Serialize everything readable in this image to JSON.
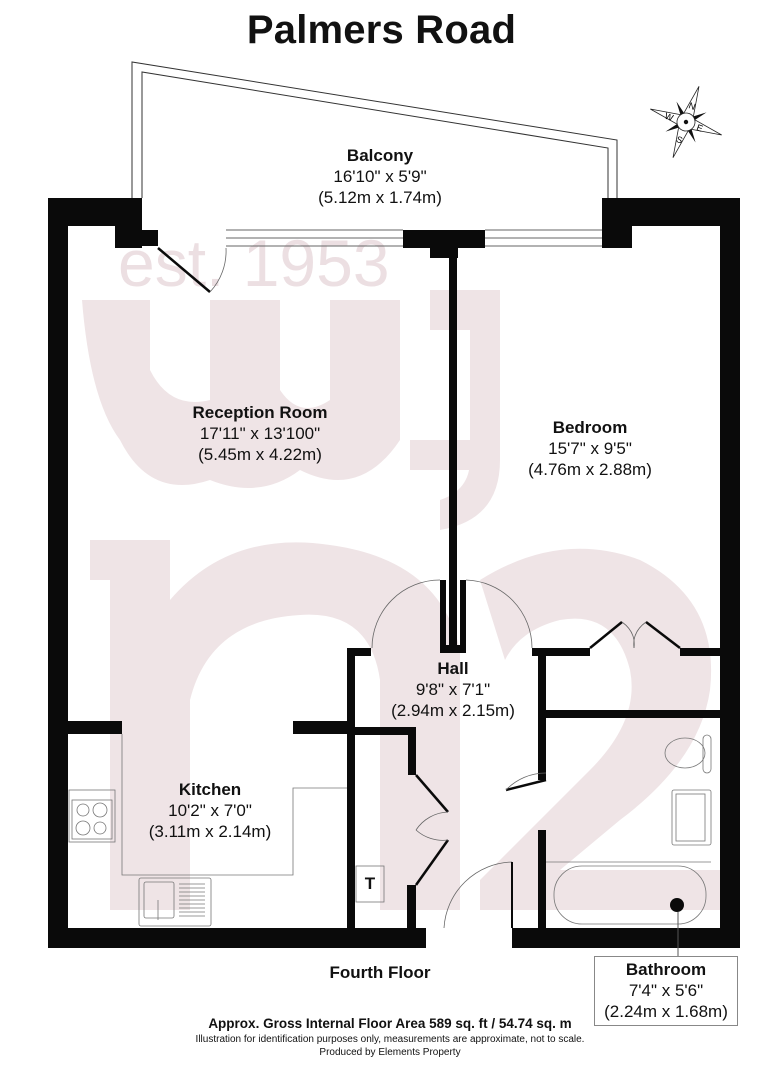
{
  "title": "Palmers Road",
  "rooms": {
    "balcony": {
      "name": "Balcony",
      "imperial": "16'10\" x 5'9\"",
      "metric": "(5.12m x 1.74m)"
    },
    "reception": {
      "name": "Reception Room",
      "imperial": "17'11\" x 13'100\"",
      "metric": "(5.45m x 4.22m)"
    },
    "bedroom": {
      "name": "Bedroom",
      "imperial": "15'7\" x 9'5\"",
      "metric": "(4.76m x 2.88m)"
    },
    "hall": {
      "name": "Hall",
      "imperial": "9'8\" x 7'1\"",
      "metric": "(2.94m x 2.15m)"
    },
    "kitchen": {
      "name": "Kitchen",
      "imperial": "10'2\" x 7'0\"",
      "metric": "(3.11m x 2.14m)"
    },
    "bathroom": {
      "name": "Bathroom",
      "imperial": "7'4\" x 5'6\"",
      "metric": "(2.24m x 1.68m)"
    }
  },
  "cupboard_label": "T",
  "compass": {
    "n": "N",
    "e": "E",
    "s": "S",
    "w": "W"
  },
  "watermark": {
    "text": "est. 1953",
    "color": "#e9dde0"
  },
  "floor_label": "Fourth Floor",
  "footer": {
    "area": "Approx. Gross Internal Floor Area 589 sq. ft / 54.74 sq. m",
    "disclaimer": "Illustration for identification purposes only, measurements are approximate, not to scale.",
    "produced_by": "Produced by Elements Property"
  },
  "colors": {
    "wall": "#0a0a0a",
    "fixture_line": "#777777",
    "watermark": "#ede3e5"
  }
}
